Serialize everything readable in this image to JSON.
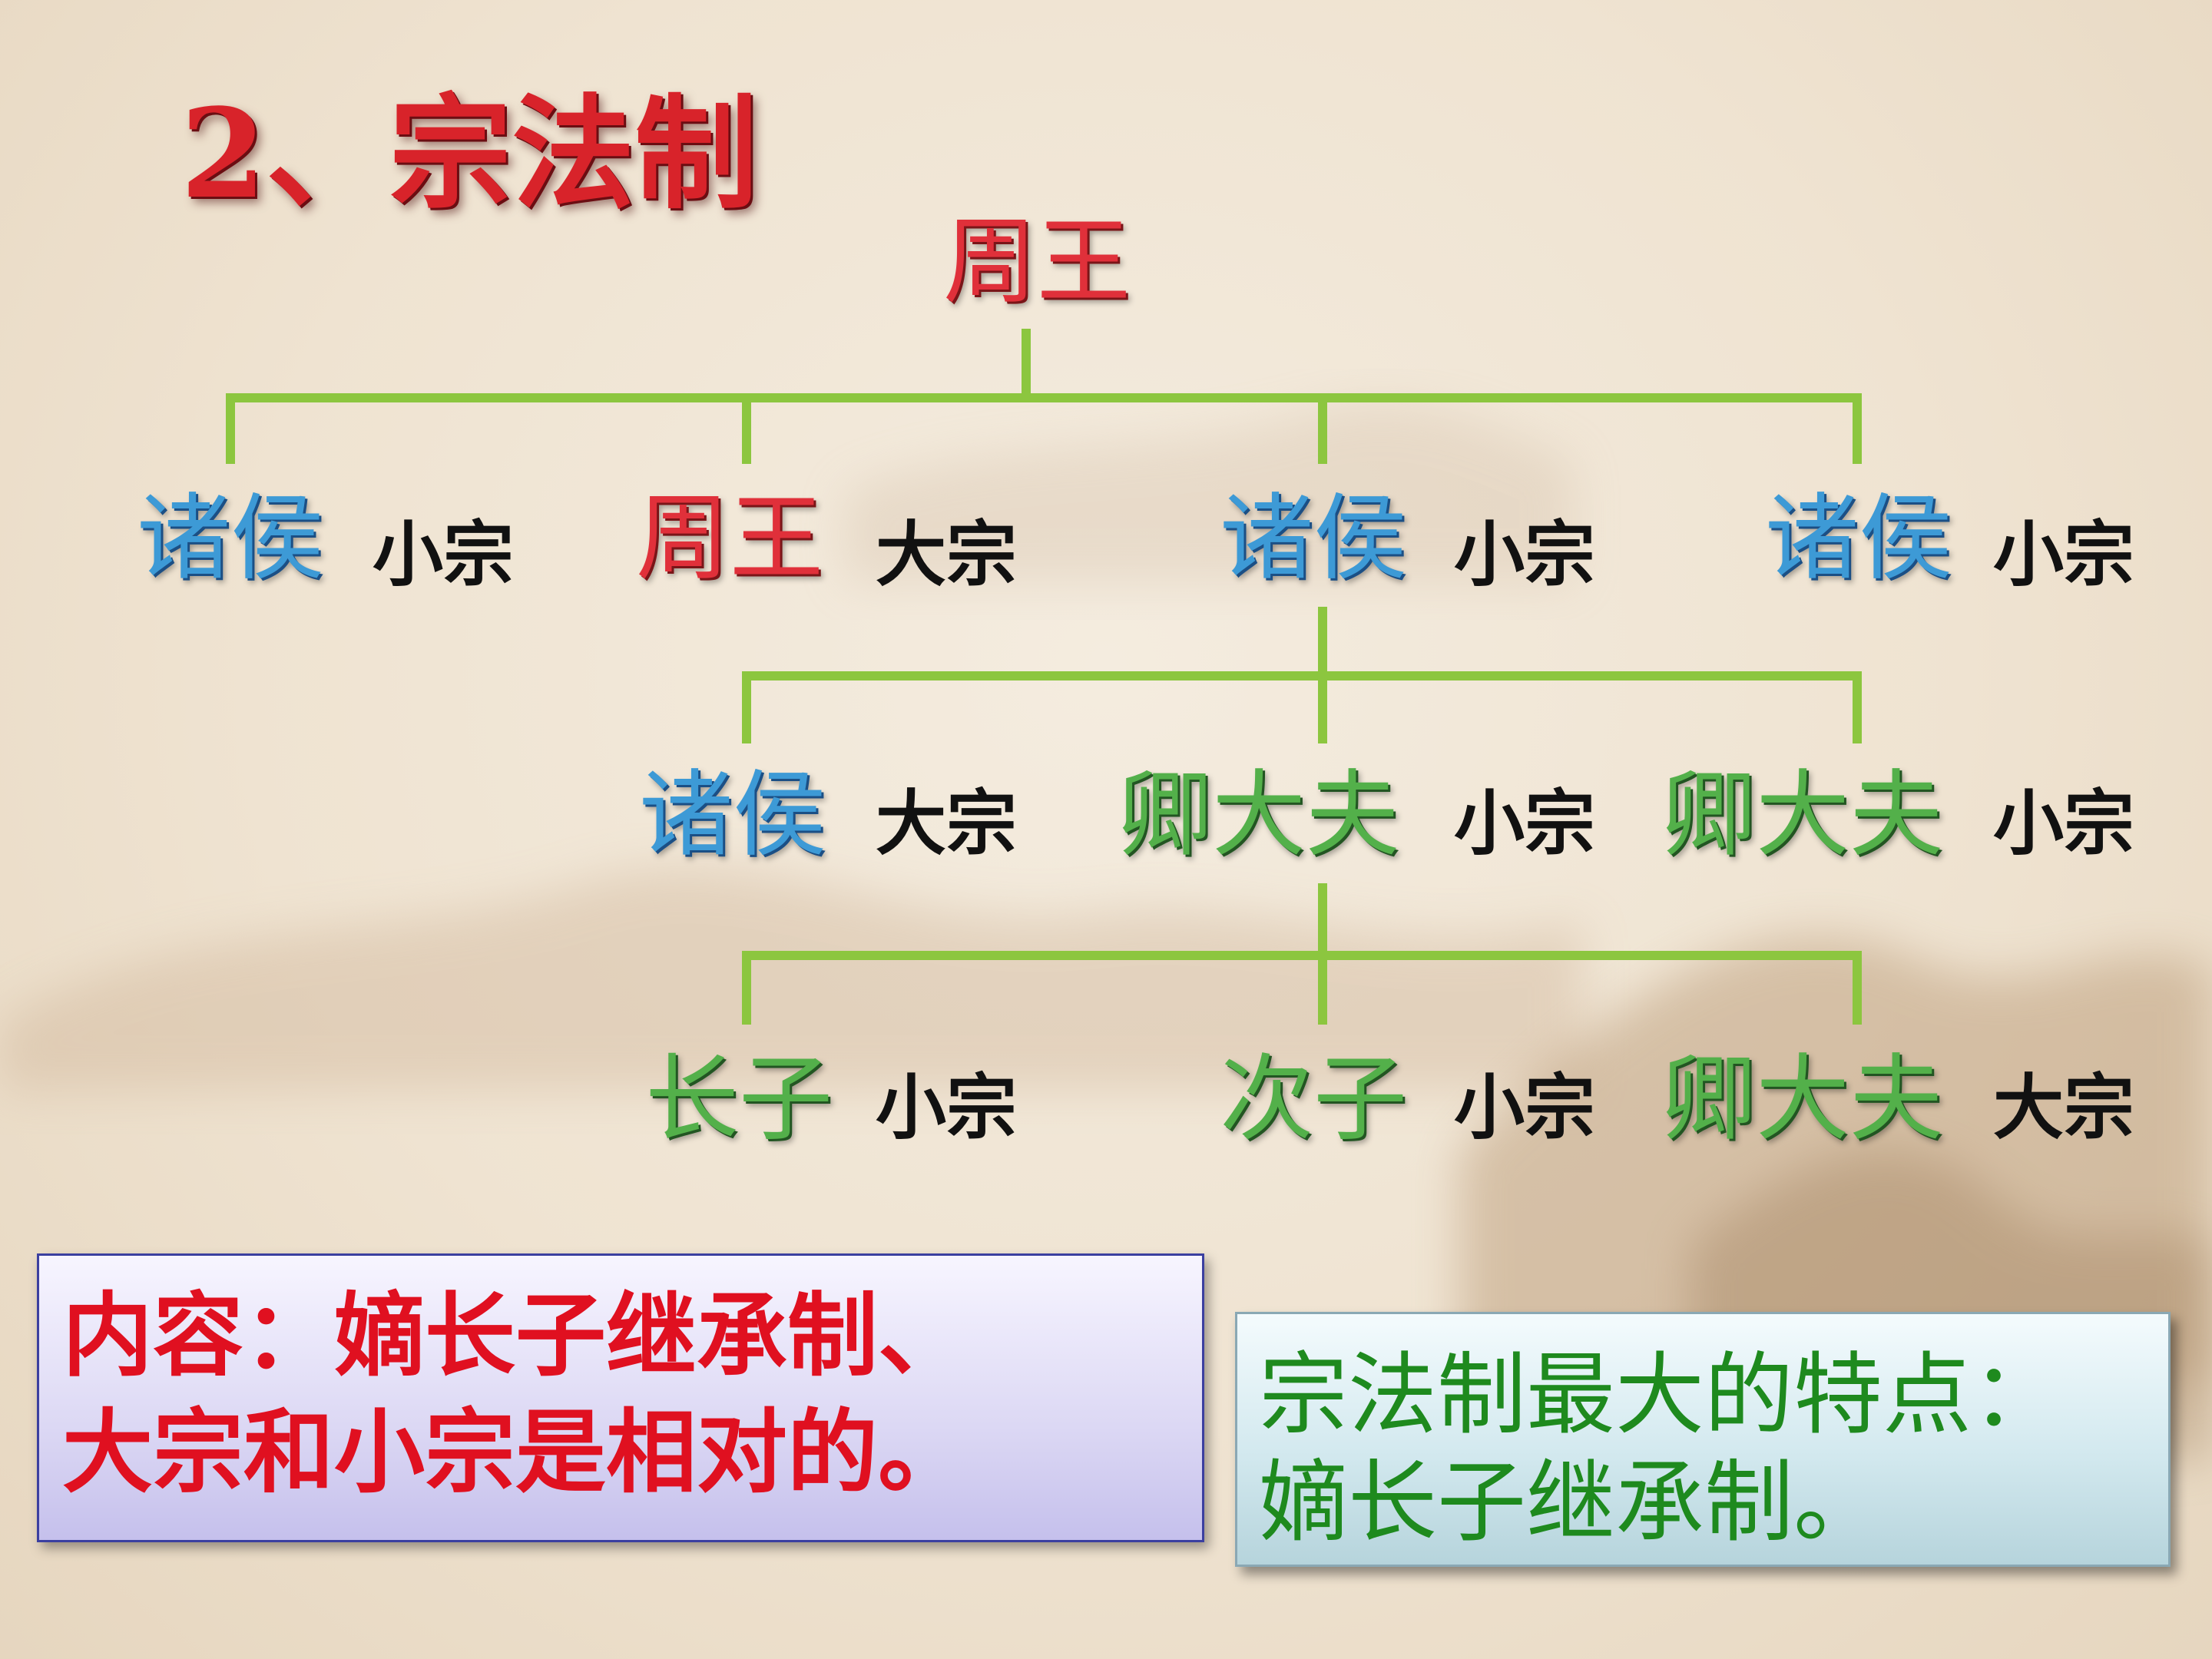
{
  "title": "2、宗法制",
  "tree": {
    "root": {
      "label": "周王",
      "color": "red"
    },
    "row1": [
      {
        "label": "诸侯",
        "role": "小宗",
        "color": "blue"
      },
      {
        "label": "周王",
        "role": "大宗",
        "color": "red"
      },
      {
        "label": "诸侯",
        "role": "小宗",
        "color": "blue"
      },
      {
        "label": "诸侯",
        "role": "小宗",
        "color": "blue"
      }
    ],
    "row2": [
      {
        "label": "诸侯",
        "role": "大宗",
        "color": "blue"
      },
      {
        "label": "卿大夫",
        "role": "小宗",
        "color": "green"
      },
      {
        "label": "卿大夫",
        "role": "小宗",
        "color": "green"
      }
    ],
    "row3": [
      {
        "label": "长子",
        "role": "小宗",
        "color": "green"
      },
      {
        "label": "次子",
        "role": "小宗",
        "color": "green"
      },
      {
        "label": "卿大夫",
        "role": "大宗",
        "color": "green"
      }
    ]
  },
  "summary_box": {
    "line1": "内容：嫡长子继承制、",
    "line2": "大宗和小宗是相对的。"
  },
  "feature_box": {
    "line1": "宗法制最大的特点：",
    "line2": "嫡长子继承制。"
  },
  "colors": {
    "title": "#d8232a",
    "connector": "#8cc63f",
    "summary_text": "#e01020",
    "feature_text": "#1e8a1e"
  }
}
